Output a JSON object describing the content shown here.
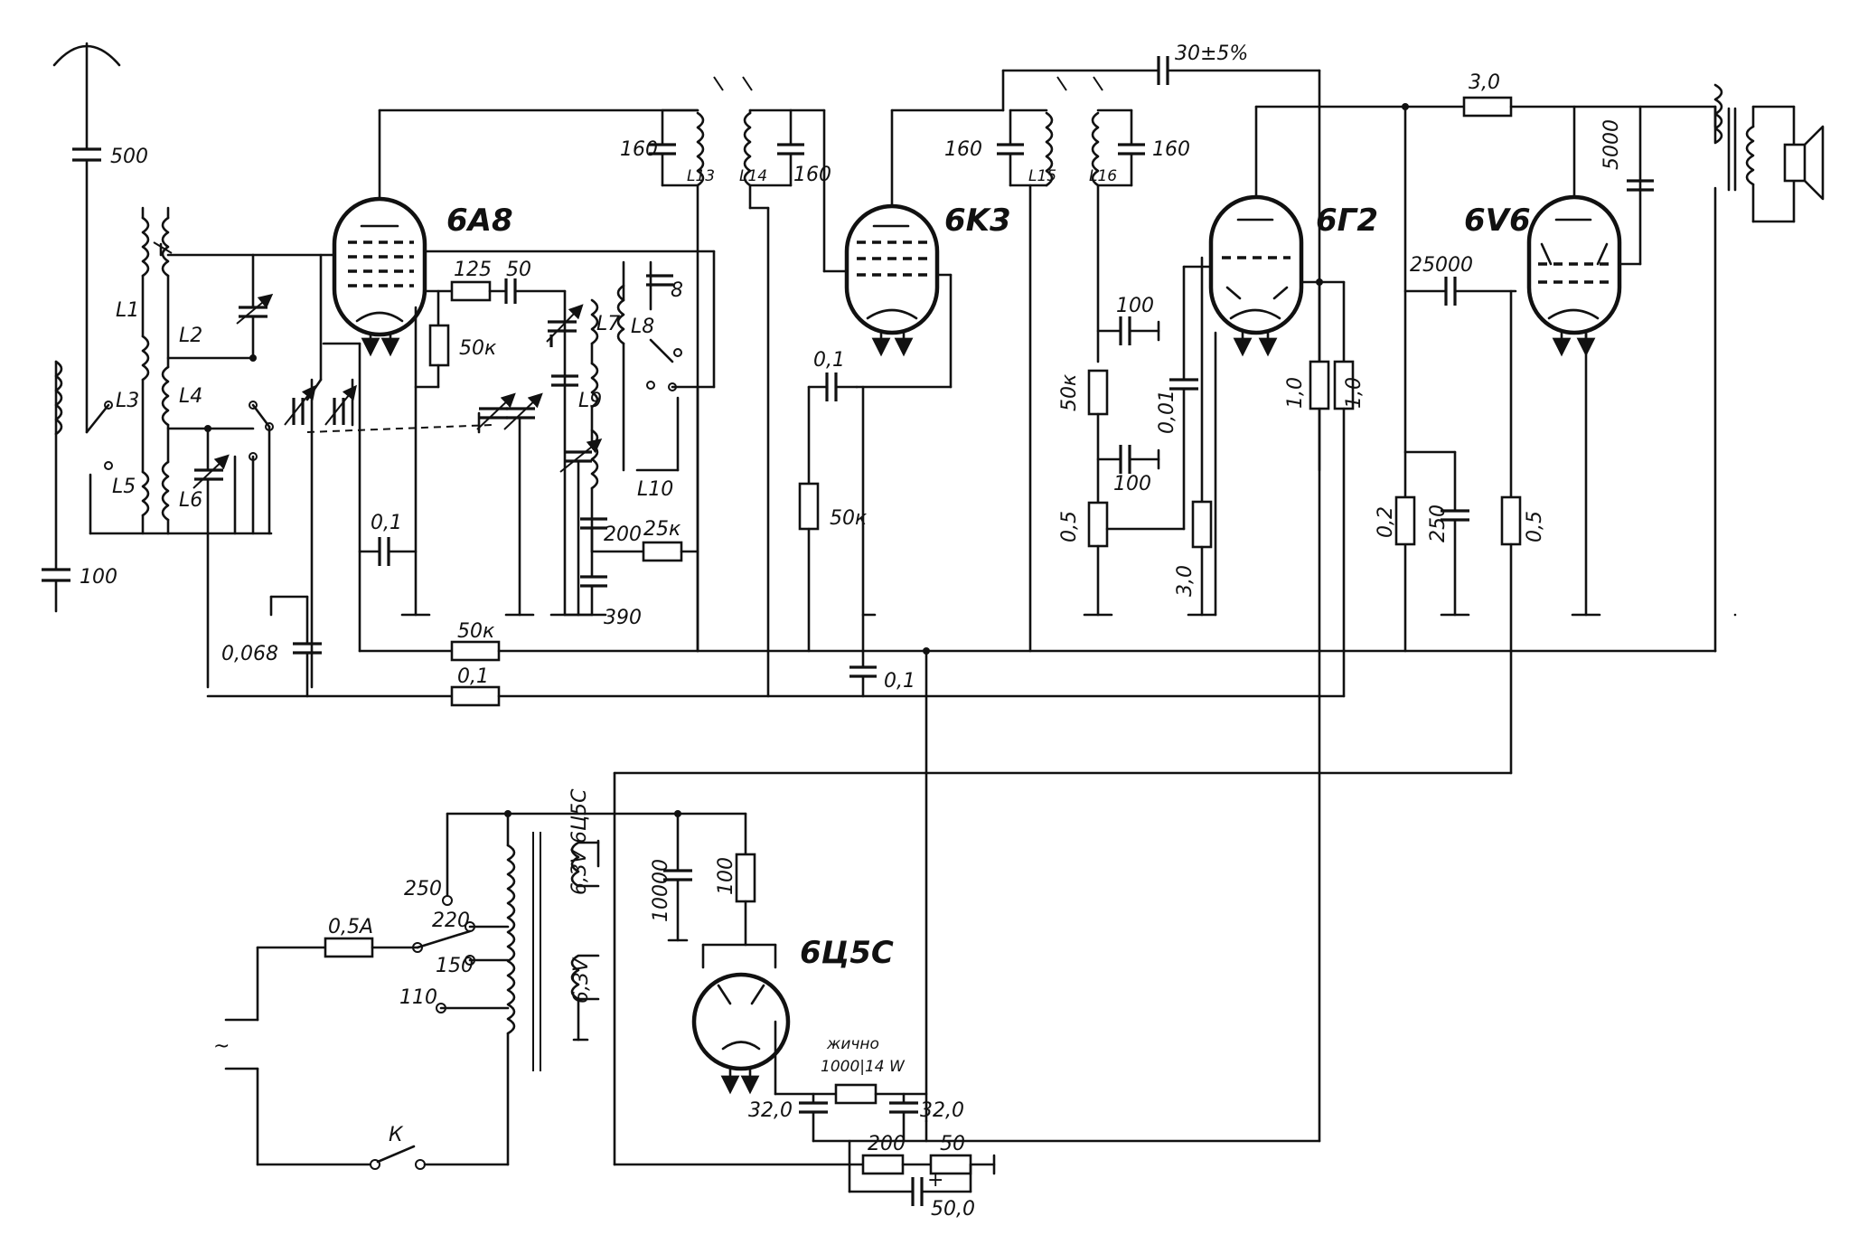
{
  "tubes": {
    "mixer": "6A8",
    "if_amp": "6K3",
    "detector": "6Г2",
    "output": "6V6",
    "rectifier": "6Ц5С"
  },
  "coils": {
    "L1": "L1",
    "L2": "L2",
    "L3": "L3",
    "L4": "L4",
    "L5": "L5",
    "L6": "L6",
    "L7": "L7",
    "L8": "L8",
    "L9": "L9",
    "L10": "L10",
    "L13": "L13",
    "L14": "L14",
    "L15": "L15",
    "L16": "L16"
  },
  "components": {
    "ant_cap": "500",
    "ant_gnd_cap": "100",
    "agc_cap": "0,068",
    "osc_res": "125",
    "osc_cap": "50",
    "g_res_50k": "50к",
    "trim_8": "8",
    "cath_cap_01": "0,1",
    "pad_200": "200",
    "pad_390": "390",
    "osc_res_25k": "25к",
    "agc_res_50k": "50к",
    "agc_res_01": "0,1",
    "if1_c1": "160",
    "if1_c2": "160",
    "if2_c1": "160",
    "if2_c2": "160",
    "cpl_30": "30±5%",
    "k3_scr_cap": "0,1",
    "k3_res_50k": "50к",
    "dec_cap_01": "0,1",
    "det_c100a": "100",
    "det_r50k": "50к",
    "det_c100b": "100",
    "vol_pot": "0,5",
    "cpl_001": "0,01",
    "g2_r30": "3,0",
    "g2_r10a": "1,0",
    "g2_r10b": "1,0",
    "plate_r30": "3,0",
    "cpl_25000": "25000",
    "v6_r02": "0,2",
    "v6_c250": "250",
    "v6_grid_r05": "0,5",
    "out_c5000": "5000",
    "fuse": "0,5А",
    "tap_250": "250",
    "tap_220": "220",
    "tap_150": "150",
    "tap_110": "110",
    "fil_a": "6,3V 6Ц5С",
    "fil_b": "6,3V",
    "ps_c10000": "10000",
    "ps_r100": "100",
    "choke_label": "жично",
    "choke_value": "1000|14 W",
    "filt_c1": "32,0",
    "filt_c2": "32,0",
    "bias_r200": "200",
    "bias_r50": "50",
    "bias_c50": "50,0",
    "switch": "К",
    "ac": "~",
    "plus": "+"
  }
}
